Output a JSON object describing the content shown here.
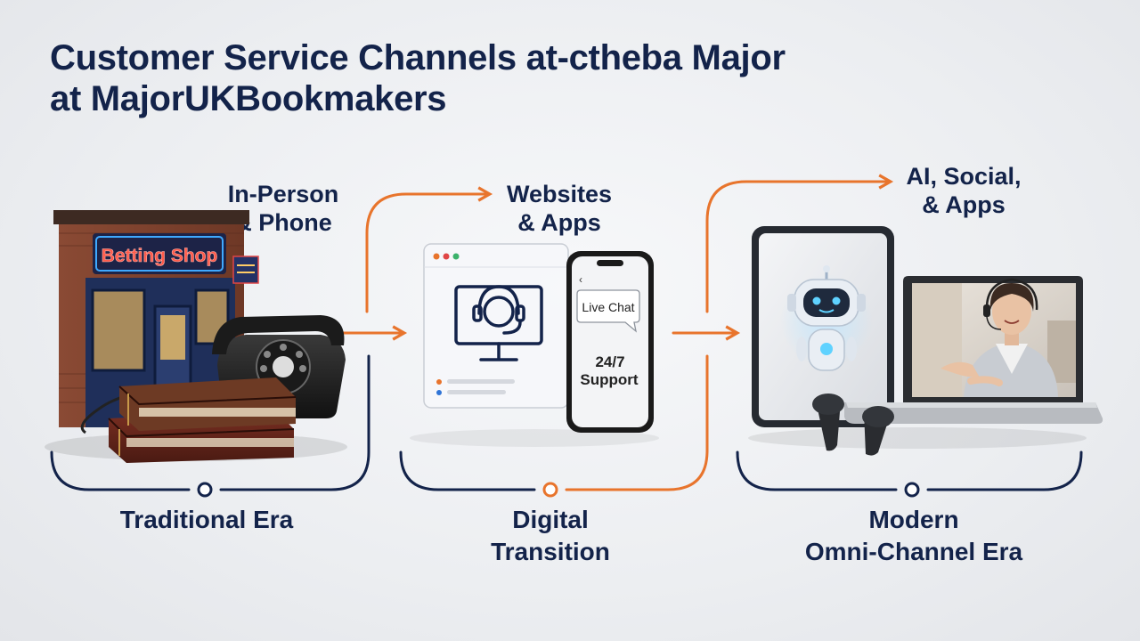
{
  "title": {
    "line1": "Customer Service Channels at-ctheba Major",
    "line2": "at MajorUKBookmakers"
  },
  "stages": [
    {
      "channel_lines": [
        "In-Person",
        "& Phone"
      ],
      "era_lines": [
        "Traditional Era"
      ],
      "shop_sign": "Betting Shop"
    },
    {
      "channel_lines": [
        "Websites",
        "& Apps"
      ],
      "era_lines": [
        "Digital",
        "Transition"
      ],
      "chat_bubble": "Live Chat",
      "support_lines": [
        "24/7",
        "Support"
      ]
    },
    {
      "channel_lines": [
        "AI, Social,",
        "& Apps"
      ],
      "era_lines": [
        "Modern",
        "Omni-Channel Era"
      ]
    }
  ],
  "colors": {
    "navy": "#13234a",
    "orange": "#e8742c"
  }
}
